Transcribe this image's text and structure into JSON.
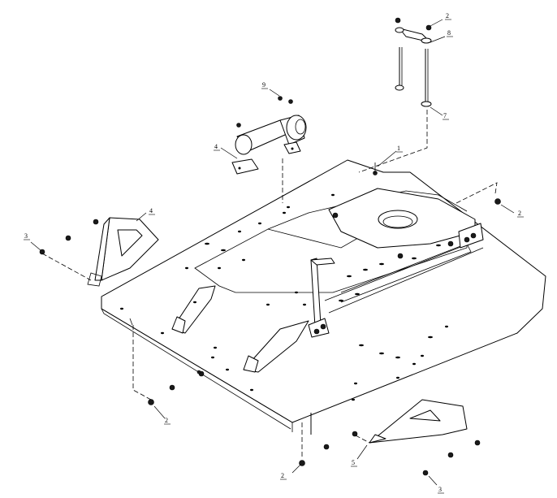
{
  "callouts": {
    "c1": "1",
    "c2_top": "2",
    "c2_right": "2",
    "c2_left_bottom": "2",
    "c2_bottom": "2",
    "c3_left": "3",
    "c3_bottom": "3",
    "c4_motor": "4",
    "c4_bracket": "4",
    "c5": "5",
    "c7": "7",
    "c8": "8",
    "c9": "9"
  },
  "colors": {
    "line": "#000000",
    "background": "#ffffff"
  }
}
